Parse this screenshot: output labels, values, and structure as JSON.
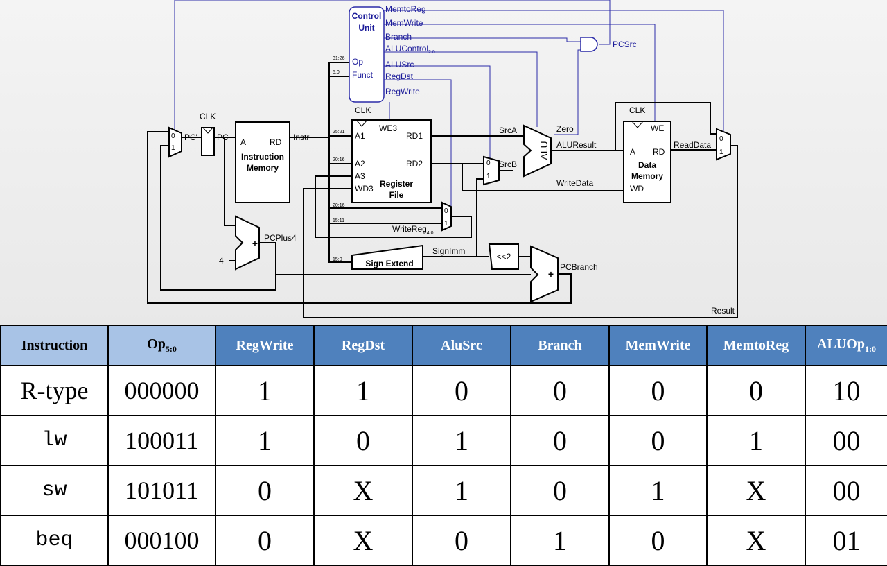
{
  "diagram": {
    "control_unit": {
      "title_line1": "Control",
      "title_line2": "Unit",
      "op": "Op",
      "funct": "Funct"
    },
    "control_signals": {
      "memtoreg": "MemtoReg",
      "memwrite": "MemWrite",
      "branch": "Branch",
      "alucontrol": "ALUControl",
      "alucontrol_sub": "2:0",
      "alusrc": "ALUSrc",
      "regdst": "RegDst",
      "regwrite": "RegWrite",
      "pcsrc": "PCSrc"
    },
    "bit_fields": {
      "b31_26": "31:26",
      "b5_0": "5:0",
      "b25_21": "25:21",
      "b20_16": "20:16",
      "b20_16b": "20:16",
      "b15_11": "15:11",
      "b15_0": "15:0"
    },
    "clk": "CLK",
    "pc_prime": "PC'",
    "pc": "PC",
    "instr_mem": {
      "a": "A",
      "rd": "RD",
      "line1": "Instruction",
      "line2": "Memory"
    },
    "instr": "Instr",
    "register_file": {
      "a1": "A1",
      "a2": "A2",
      "a3": "A3",
      "wd3": "WD3",
      "we3": "WE3",
      "rd1": "RD1",
      "rd2": "RD2",
      "line1": "Register",
      "line2": "File"
    },
    "srca": "SrcA",
    "srcb": "SrcB",
    "alu": "ALU",
    "zero": "Zero",
    "aluresult": "ALUResult",
    "writedata": "WriteData",
    "data_mem": {
      "a": "A",
      "rd": "RD",
      "we": "WE",
      "wd": "WD",
      "line1": "Data",
      "line2": "Memory"
    },
    "readdata": "ReadData",
    "result": "Result",
    "writereg": "WriteReg",
    "writereg_sub": "4:0",
    "sign_extend": "Sign Extend",
    "signimm": "SignImm",
    "shift": "<<2",
    "pcbranch": "PCBranch",
    "pcplus4": "PCPlus4",
    "four": "4",
    "plus": "+",
    "mux0": "0",
    "mux1": "1"
  },
  "table": {
    "headers": {
      "instruction": "Instruction",
      "op": "Op",
      "op_sub": "5:0",
      "regwrite": "RegWrite",
      "regdst": "RegDst",
      "alusrc": "AluSrc",
      "branch": "Branch",
      "memwrite": "MemWrite",
      "memtoreg": "MemtoReg",
      "aluop": "ALUOp",
      "aluop_sub": "1:0"
    },
    "rows": [
      {
        "instr": "R-type",
        "op": "000000",
        "regwrite": "1",
        "regdst": "1",
        "alusrc": "0",
        "branch": "0",
        "memwrite": "0",
        "memtoreg": "0",
        "aluop": "10"
      },
      {
        "instr": "lw",
        "op": "100011",
        "regwrite": "1",
        "regdst": "0",
        "alusrc": "1",
        "branch": "0",
        "memwrite": "0",
        "memtoreg": "1",
        "aluop": "00"
      },
      {
        "instr": "sw",
        "op": "101011",
        "regwrite": "0",
        "regdst": "X",
        "alusrc": "1",
        "branch": "0",
        "memwrite": "1",
        "memtoreg": "X",
        "aluop": "00"
      },
      {
        "instr": "beq",
        "op": "000100",
        "regwrite": "0",
        "regdst": "X",
        "alusrc": "0",
        "branch": "1",
        "memwrite": "0",
        "memtoreg": "X",
        "aluop": "01"
      }
    ]
  }
}
